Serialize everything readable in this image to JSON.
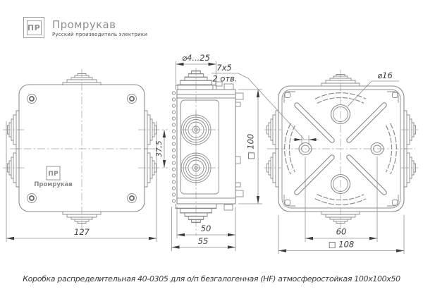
{
  "header": {
    "logo_mark": "ПР",
    "brand": "Промрукав",
    "tagline": "Русский производитель электрики"
  },
  "front_view": {
    "face_mark": "ПР",
    "face_brand": "Промрукав"
  },
  "dims": {
    "front_overall_width": "127",
    "gland_row_offset": "37,5",
    "entry_diameter_range": "⌀4...25",
    "side_height": "□ 100",
    "depth_body": "50",
    "depth_overall": "55",
    "mount_hole_spacing": "60",
    "back_overall": "□ 108"
  },
  "callouts": {
    "mount_slot_size": "7х5",
    "mount_slot_count": "2 отв.",
    "knockout_diameter": "⌀16"
  },
  "caption": {
    "text": "Коробка распределительная 40-0305 для о/п безгалогенная (HF) атмосферостойкая 100х100х50"
  }
}
